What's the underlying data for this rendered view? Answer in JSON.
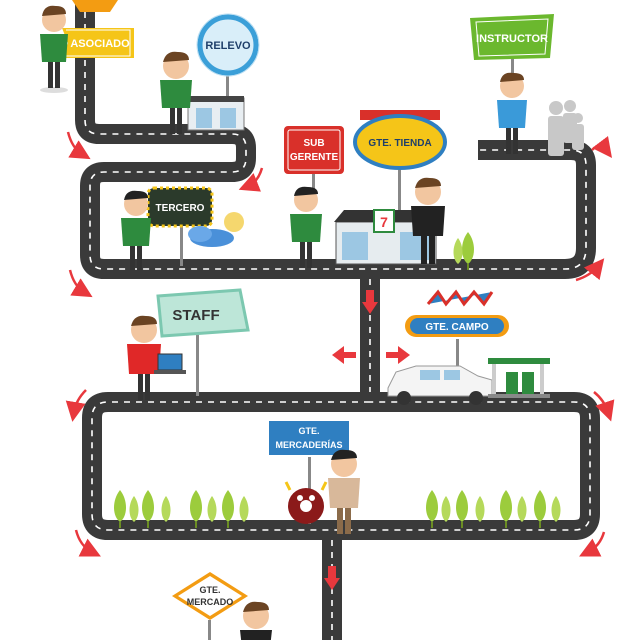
{
  "signs": {
    "asociado": "ASOCIADO",
    "relevo": "RELEVO",
    "instructor": "INSTRUCTOR",
    "sub_gerente_line1": "SUB",
    "sub_gerente_line2": "GERENTE",
    "gte_tienda": "GTE. TIENDA",
    "tercero": "TERCERO",
    "staff": "STAFF",
    "gte_campo": "GTE. CAMPO",
    "gte_mercaderias_line1": "GTE.",
    "gte_mercaderias_line2": "MERCADERÍAS",
    "gte_mercado_line1": "GTE.",
    "gte_mercado_line2": "MERCADO"
  },
  "store_logo": "7",
  "colors": {
    "road": "#333333",
    "road_edge": "#ffffff",
    "arrow": "#e8383d",
    "shirt_green": "#2e8b3e",
    "shirt_red": "#e02828",
    "shirt_blue": "#3a9ad9",
    "shirt_black": "#222222",
    "sign_yellow": "#f5c518",
    "sign_orange": "#f39c12",
    "sign_green": "#6bb82e",
    "sign_red": "#d9302a",
    "sign_blue": "#2f7fc1",
    "tree_green": "#9ccc3c"
  }
}
